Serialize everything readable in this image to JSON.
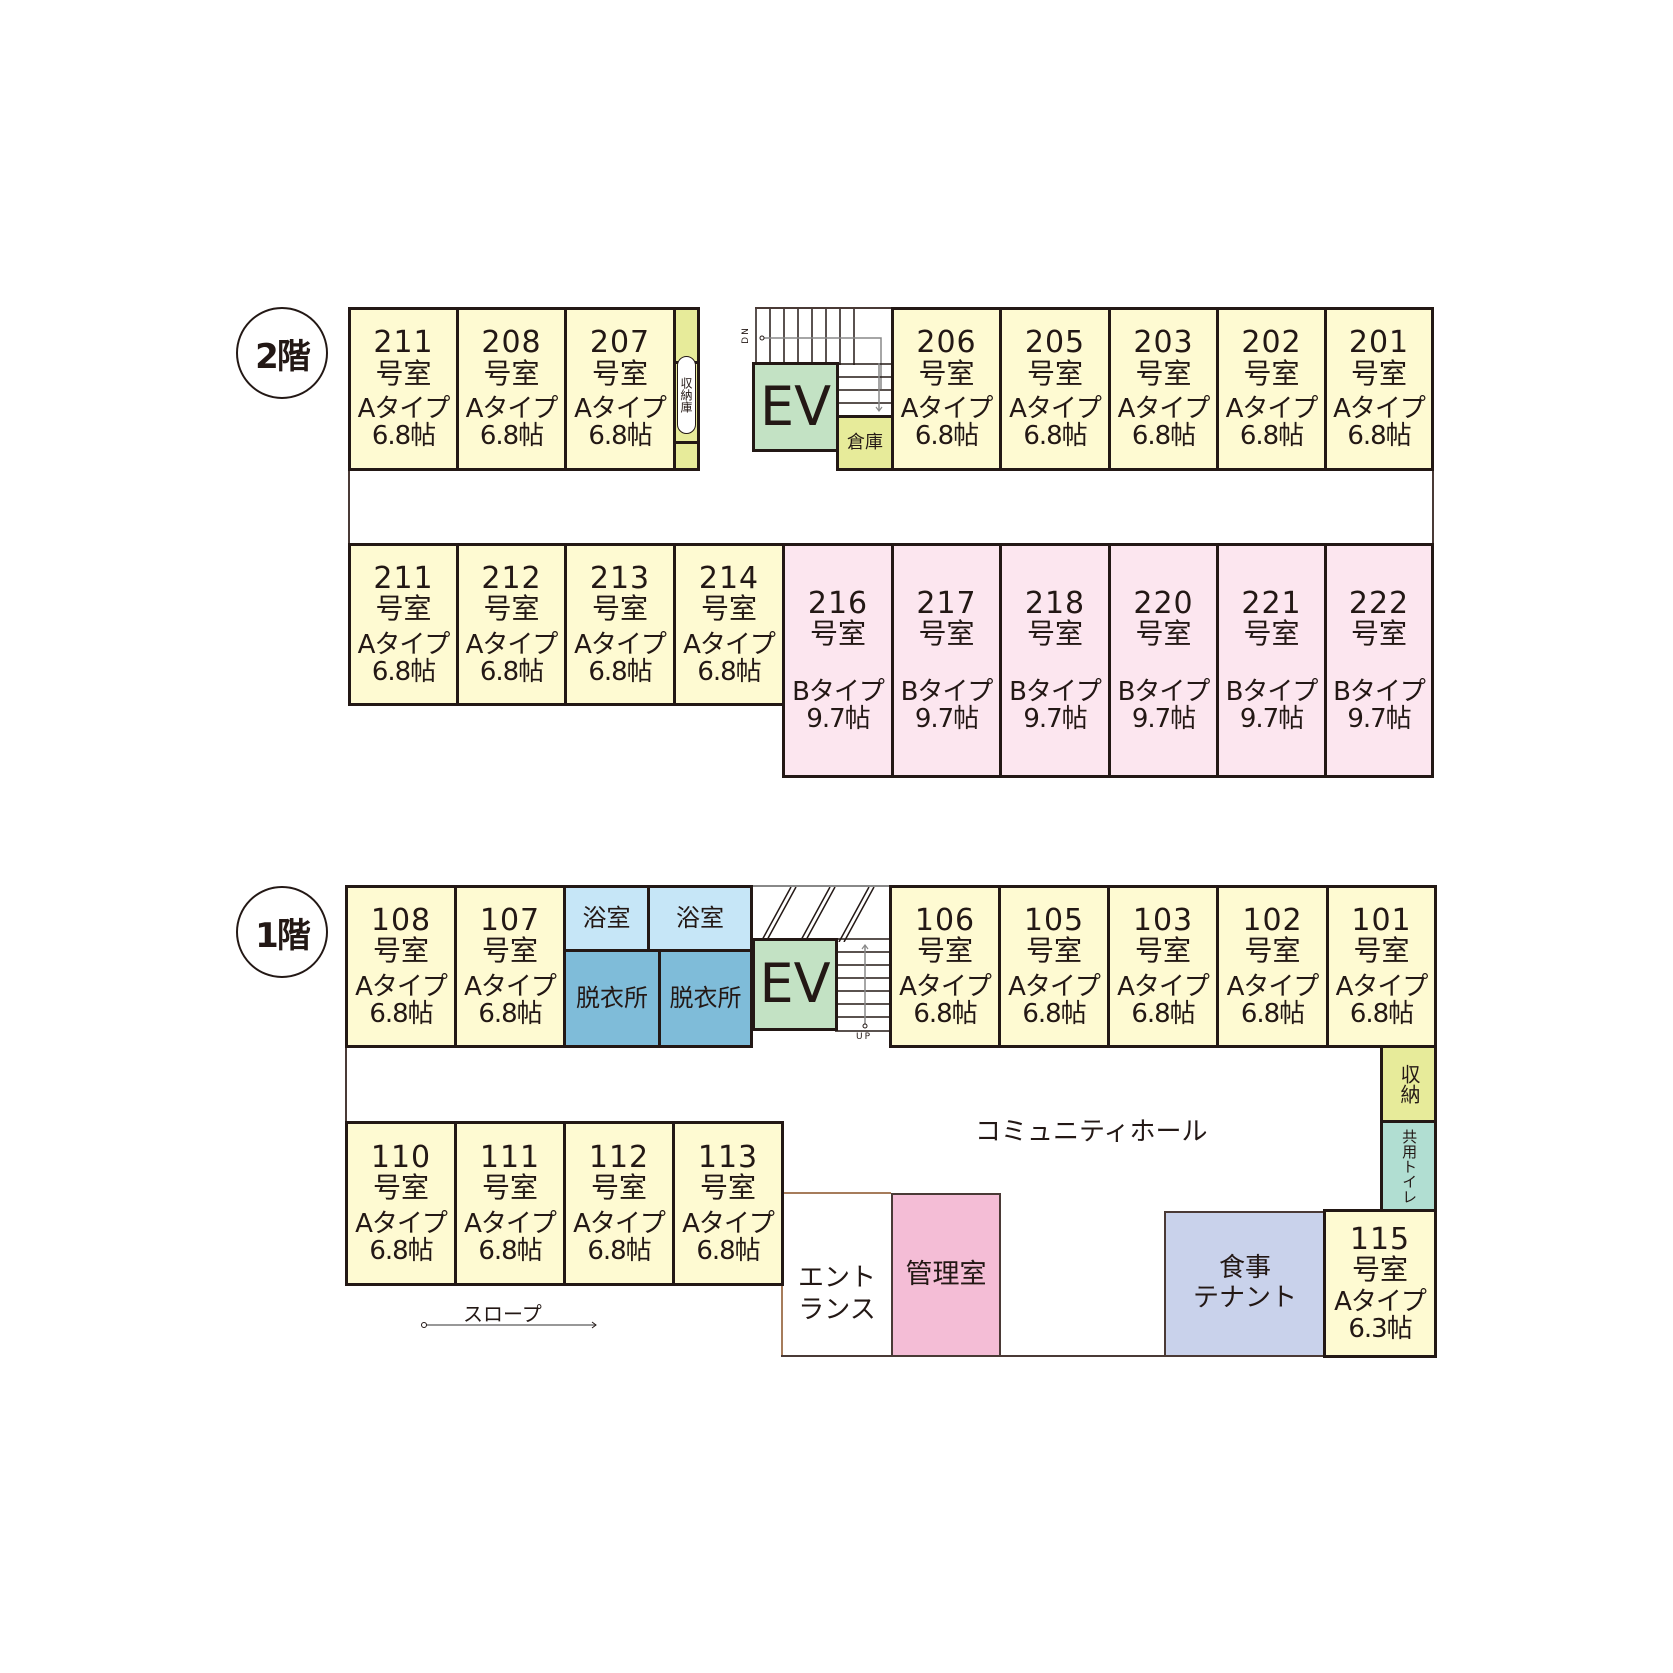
{
  "floor2": {
    "label": "2階",
    "top_rooms": [
      {
        "number": "211",
        "suffix": "号室",
        "type": "Aタイプ",
        "size": "6.8帖"
      },
      {
        "number": "208",
        "suffix": "号室",
        "type": "Aタイプ",
        "size": "6.8帖"
      },
      {
        "number": "207",
        "suffix": "号室",
        "type": "Aタイプ",
        "size": "6.8帖"
      },
      {
        "number": "206",
        "suffix": "号室",
        "type": "Aタイプ",
        "size": "6.8帖"
      },
      {
        "number": "205",
        "suffix": "号室",
        "type": "Aタイプ",
        "size": "6.8帖"
      },
      {
        "number": "203",
        "suffix": "号室",
        "type": "Aタイプ",
        "size": "6.8帖"
      },
      {
        "number": "202",
        "suffix": "号室",
        "type": "Aタイプ",
        "size": "6.8帖"
      },
      {
        "number": "201",
        "suffix": "号室",
        "type": "Aタイプ",
        "size": "6.8帖"
      }
    ],
    "bottom_rooms": [
      {
        "number": "211",
        "suffix": "号室",
        "type": "Aタイプ",
        "size": "6.8帖"
      },
      {
        "number": "212",
        "suffix": "号室",
        "type": "Aタイプ",
        "size": "6.8帖"
      },
      {
        "number": "213",
        "suffix": "号室",
        "type": "Aタイプ",
        "size": "6.8帖"
      },
      {
        "number": "214",
        "suffix": "号室",
        "type": "Aタイプ",
        "size": "6.8帖"
      },
      {
        "number": "216",
        "suffix": "号室",
        "type": "Bタイプ",
        "size": "9.7帖"
      },
      {
        "number": "217",
        "suffix": "号室",
        "type": "Bタイプ",
        "size": "9.7帖"
      },
      {
        "number": "218",
        "suffix": "号室",
        "type": "Bタイプ",
        "size": "9.7帖"
      },
      {
        "number": "220",
        "suffix": "号室",
        "type": "Bタイプ",
        "size": "9.7帖"
      },
      {
        "number": "221",
        "suffix": "号室",
        "type": "Bタイプ",
        "size": "9.7帖"
      },
      {
        "number": "222",
        "suffix": "号室",
        "type": "Bタイプ",
        "size": "9.7帖"
      }
    ],
    "storage_label": "収納庫",
    "elevator": "EV",
    "warehouse": "倉庫",
    "stairs_label": "DN"
  },
  "floor1": {
    "label": "1階",
    "top_rooms": [
      {
        "number": "108",
        "suffix": "号室",
        "type": "Aタイプ",
        "size": "6.8帖"
      },
      {
        "number": "107",
        "suffix": "号室",
        "type": "Aタイプ",
        "size": "6.8帖"
      },
      {
        "number": "106",
        "suffix": "号室",
        "type": "Aタイプ",
        "size": "6.8帖"
      },
      {
        "number": "105",
        "suffix": "号室",
        "type": "Aタイプ",
        "size": "6.8帖"
      },
      {
        "number": "103",
        "suffix": "号室",
        "type": "Aタイプ",
        "size": "6.8帖"
      },
      {
        "number": "102",
        "suffix": "号室",
        "type": "Aタイプ",
        "size": "6.8帖"
      },
      {
        "number": "101",
        "suffix": "号室",
        "type": "Aタイプ",
        "size": "6.8帖"
      }
    ],
    "bottom_rooms": [
      {
        "number": "110",
        "suffix": "号室",
        "type": "Aタイプ",
        "size": "6.8帖"
      },
      {
        "number": "111",
        "suffix": "号室",
        "type": "Aタイプ",
        "size": "6.8帖"
      },
      {
        "number": "112",
        "suffix": "号室",
        "type": "Aタイプ",
        "size": "6.8帖"
      },
      {
        "number": "113",
        "suffix": "号室",
        "type": "Aタイプ",
        "size": "6.8帖"
      }
    ],
    "room_115": {
      "number": "115",
      "suffix": "号室",
      "type": "Aタイプ",
      "size": "6.3帖"
    },
    "bath": [
      "浴室",
      "浴室"
    ],
    "dressing": [
      "脱衣所",
      "脱衣所"
    ],
    "elevator": "EV",
    "stairs_label": "UP",
    "storage": "収納",
    "toilet": "共用トイレ",
    "community_hall": "コミュニティホール",
    "entrance": [
      "エント",
      "ランス"
    ],
    "office": "管理室",
    "restaurant": [
      "食事",
      "テナント"
    ],
    "slope": "スロープ"
  },
  "colors": {
    "room_a": "#fefad2",
    "room_b": "#fce6ef",
    "elevator": "#c3e2c4",
    "storage": "#e7eb9a",
    "bath": "#c6e6f7",
    "dressing": "#7fbcd9",
    "toilet": "#b1ded2",
    "office": "#f4bdd6",
    "restaurant": "#c9d2eb"
  }
}
